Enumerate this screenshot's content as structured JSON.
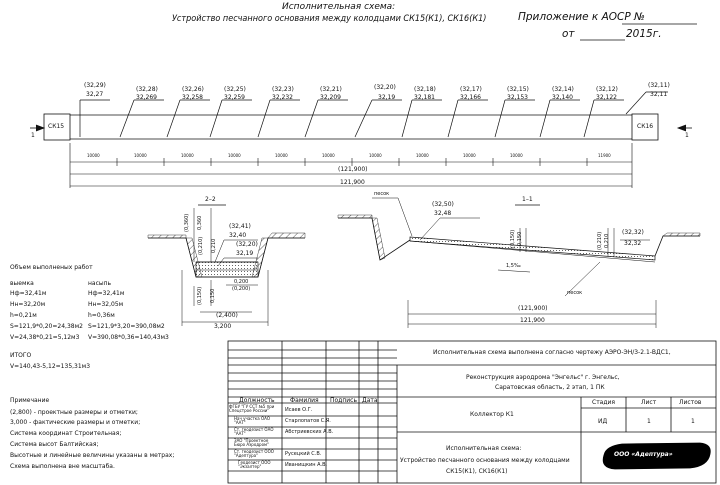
{
  "header": {
    "line1": "Исполнительная схема:",
    "line2": "Устройство песчанного основания между колодцами СК15(К1), СК16(К1)",
    "appendix": "Приложение к АОСР №",
    "date_prefix": "от",
    "date_suffix": "2015г."
  },
  "wells": {
    "left": "СК15",
    "right": "СК16",
    "mark_left": "1",
    "mark_right": "1"
  },
  "top_marks": [
    {
      "design": "(32,29)",
      "actual": "32,27"
    },
    {
      "design": "(32,28)",
      "actual": "32,269"
    },
    {
      "design": "(32,26)",
      "actual": "32,258"
    },
    {
      "design": "(32,25)",
      "actual": "32,259"
    },
    {
      "design": "(32,23)",
      "actual": "32,232"
    },
    {
      "design": "(32,21)",
      "actual": "32,209"
    },
    {
      "design": "(32,20)",
      "actual": "32,19"
    },
    {
      "design": "(32,18)",
      "actual": "32,181"
    },
    {
      "design": "(32,17)",
      "actual": "32,166"
    },
    {
      "design": "(32,15)",
      "actual": "32,153"
    },
    {
      "design": "(32,14)",
      "actual": "32,140"
    },
    {
      "design": "(32,12)",
      "actual": "32,122"
    },
    {
      "design": "(32,11)",
      "actual": "32,11"
    }
  ],
  "segments": [
    "10000",
    "10000",
    "10000",
    "10000",
    "10000",
    "10000",
    "10000",
    "10000",
    "10000",
    "10000",
    "11900"
  ],
  "totals": {
    "design": "(121,900)",
    "actual": "121,900"
  },
  "section22": {
    "label": "2–2",
    "dims": [
      "(0,360)",
      "0,360",
      "(0,210)",
      "0,210"
    ],
    "marks": [
      "(32,41)",
      "32,40",
      "(32,20)",
      "32,19"
    ],
    "lower": [
      "(0,150)",
      "0,150",
      "0,200",
      "(0,200)"
    ],
    "widths": [
      "(2,400)",
      "3,200"
    ]
  },
  "section11": {
    "label": "1–1",
    "sand_top": "песок",
    "sand_bottom": "песок",
    "left_mark": {
      "design": "(32,50)",
      "actual": "32,48"
    },
    "right_mark": {
      "design": "(32,32)",
      "actual": "32,32"
    },
    "dims": [
      "(0,150)",
      "0,150",
      "(0,210)",
      "0,210"
    ],
    "slope": "1,5‰",
    "total_design": "(121,900)",
    "total_actual": "121,900"
  },
  "volumes": {
    "title": "Объем выполненых работ",
    "col1_head": "выемка",
    "col2_head": "насыпь",
    "col1": [
      "Нф=32,41м",
      "Нн=32,20м",
      "h=0,21м",
      "S=121,9*0,20=24,38м2",
      "V=24,38*0,21=5,12м3"
    ],
    "col2": [
      "Нф=32,41м",
      "Нн=32,05м",
      "h=0,36м",
      "S=121,9*3,20=390,08м2",
      "V=390,08*0,36=140,43м3"
    ],
    "total_head": "ИТОГО",
    "total": "V=140,43-5,12=135,31м3"
  },
  "notes": {
    "title": "Примечание",
    "lines": [
      "(2,800) - проектные размеры и отметки;",
      "3,000 - фактические размеры и отметки;",
      "Система координат Строительная;",
      "Система высот Балтийская;",
      "Высотные и линейные величины указаны в метрах;",
      "Схема выполнена вне масштаба."
    ]
  },
  "titleblock": {
    "r1": "Исполнительная схема выполнена согласно чертежу АЭРО-ЭН/3-2.1-ВДС1,",
    "r2a": "Реконструкция аэродрома \"Энгельс\" г. Энгельс,",
    "r2b": "Саратовская область, 2 этап, 1 ПК",
    "collector": "Коллектор К1",
    "h_role": "Должность",
    "h_name": "Фамилия",
    "h_sign": "Подпись",
    "h_date": "Дата",
    "h_stage": "Стадия",
    "h_sheet": "Лист",
    "h_sheets": "Листов",
    "stage": "ИД",
    "sheet": "1",
    "sheets": "1",
    "roles": [
      "ФГБУ \"ГУ ССТ №5 при Спецстрое России\"",
      "Нач участка ОАО \"ААТ\"",
      "Ст. геодезист ОАО \"ААТ\"",
      "ЗАО \"Проектное Бюро Аэродром\"",
      "Ст. геодезист ООО \"Адептура\"",
      "Геодезист ООО \"Экзалтер\""
    ],
    "names": [
      "Исаев О.Г.",
      "Старлопатов С.Я.",
      "Абстриевских А.В.",
      "",
      "Русецкий С.В.",
      "Иванищкин А.В."
    ],
    "desc1": "Исполнительная схема:",
    "desc2": "Устройство песчанного основания между колодцами",
    "desc3": "СК15(К1), СК16(К1)",
    "stamp": "ООО «Адептура»"
  },
  "colors": {
    "ink": "#111111",
    "stamp": "#000000"
  }
}
